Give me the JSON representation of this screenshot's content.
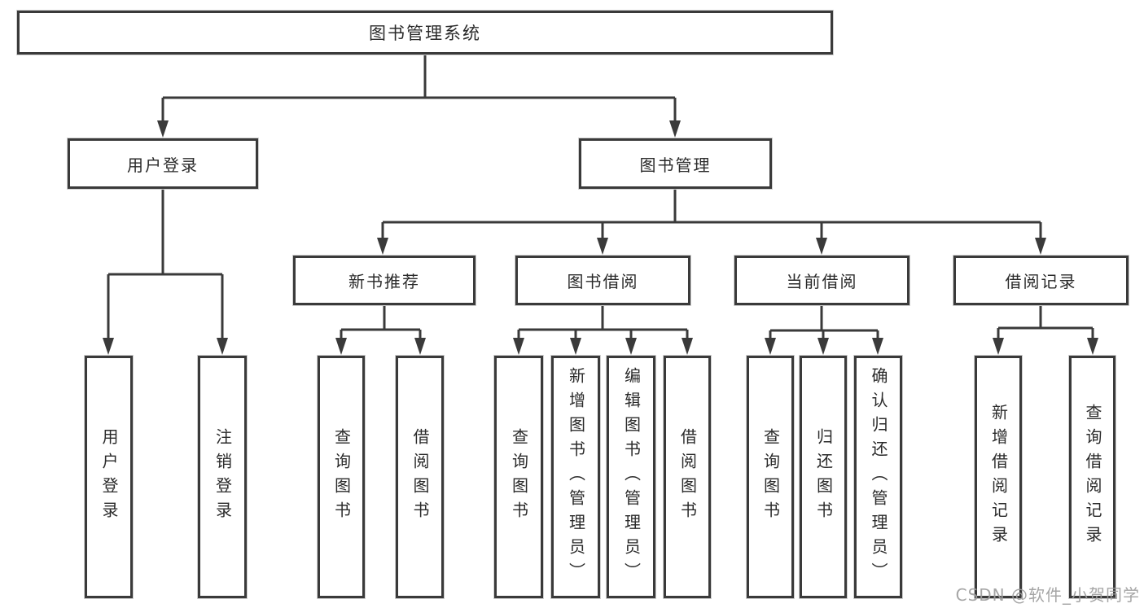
{
  "tree": {
    "label": "图书管理系统",
    "children": [
      {
        "label": "用户登录",
        "children": [
          {
            "label": "用户登录"
          },
          {
            "label": "注销登录"
          }
        ]
      },
      {
        "label": "图书管理",
        "children": [
          {
            "label": "新书推荐",
            "children": [
              {
                "label": "查询图书"
              },
              {
                "label": "借阅图书"
              }
            ]
          },
          {
            "label": "图书借阅",
            "children": [
              {
                "label": "查询图书"
              },
              {
                "label": "新增图书（管理员）"
              },
              {
                "label": "编辑图书（管理员）"
              },
              {
                "label": "借阅图书"
              }
            ]
          },
          {
            "label": "当前借阅",
            "children": [
              {
                "label": "查询图书"
              },
              {
                "label": "归还图书"
              },
              {
                "label": "确认归还（管理员）"
              }
            ]
          },
          {
            "label": "借阅记录",
            "children": [
              {
                "label": "新增借阅记录"
              },
              {
                "label": "查询借阅记录"
              }
            ]
          }
        ]
      }
    ]
  },
  "watermark": "CSDN @软件_小贺同学",
  "colors": {
    "line": "#3a3a3a",
    "text": "#2a2a2a",
    "background": "#ffffff",
    "box_bg": "#ffffff",
    "watermark": "#9e9e9e"
  }
}
